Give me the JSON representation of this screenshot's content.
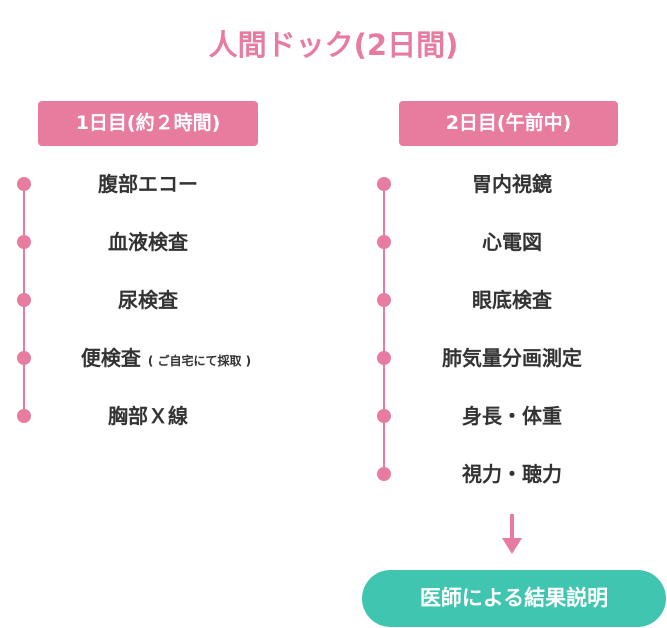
{
  "title": "人間ドック(2日間)",
  "day1": {
    "label": "1日目(約２時間)",
    "items": [
      "腹部エコー",
      "血液検査",
      "尿検査",
      "便検査",
      "胸部Ｘ線"
    ],
    "item3_note": "( ご自宅にて採取 )"
  },
  "day2": {
    "label": "2日目(午前中)",
    "items": [
      "胃内視鏡",
      "心電図",
      "眼底検査",
      "肺気量分画測定",
      "身長・体重",
      "視力・聴力"
    ]
  },
  "result_button": "医師による結果説明",
  "colors": {
    "accent": "#e77c9f",
    "button": "#40c6b0"
  }
}
